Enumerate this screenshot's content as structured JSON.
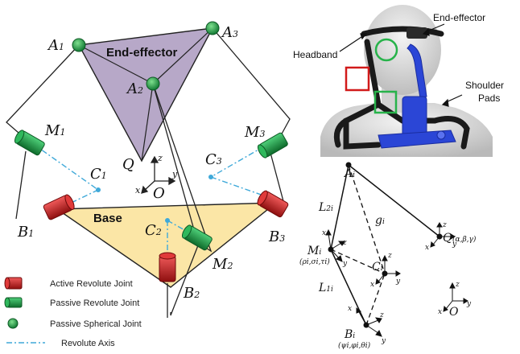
{
  "labels": {
    "end_effector": "End-effector",
    "base": "Base",
    "O": "O",
    "Q": "Q",
    "z": "z",
    "y": "y",
    "x": "x",
    "A": "A",
    "B": "B",
    "M": "M",
    "C": "C",
    "sub1": "1",
    "sub2": "2",
    "sub3": "3"
  },
  "legend": {
    "active": "Active Revolute Joint",
    "passive_rev": "Passive Revolute Joint",
    "passive_sph": "Passive Spherical Joint",
    "axis": "Revolute Axis"
  },
  "photo": {
    "headband": "Headband",
    "end_effector": "End-effector",
    "shoulder_line1": "Shoulder",
    "shoulder_line2": "Pads"
  },
  "chain": {
    "Ai": "A",
    "L2i": "L",
    "L2i_sub": "2i",
    "gi": "g",
    "Mi": "M",
    "Mi_params": "(ρi,σi,τi)",
    "Ci": "C",
    "L1i": "L",
    "L1i_sub": "1i",
    "Bi": "B",
    "Bi_params": "(ψi,φi,θi)",
    "Q": "Q",
    "Q_params": "(α,β,γ)",
    "O": "O",
    "sub_i": "i"
  },
  "colors": {
    "end_effector_fill": "#b7a8c8",
    "base_fill": "#fbe6a6",
    "active_joint": "#c81e1e",
    "passive_joint": "#1a9a45",
    "axis_line": "#3fa9d9",
    "pad_blue": "#2b46d6"
  }
}
